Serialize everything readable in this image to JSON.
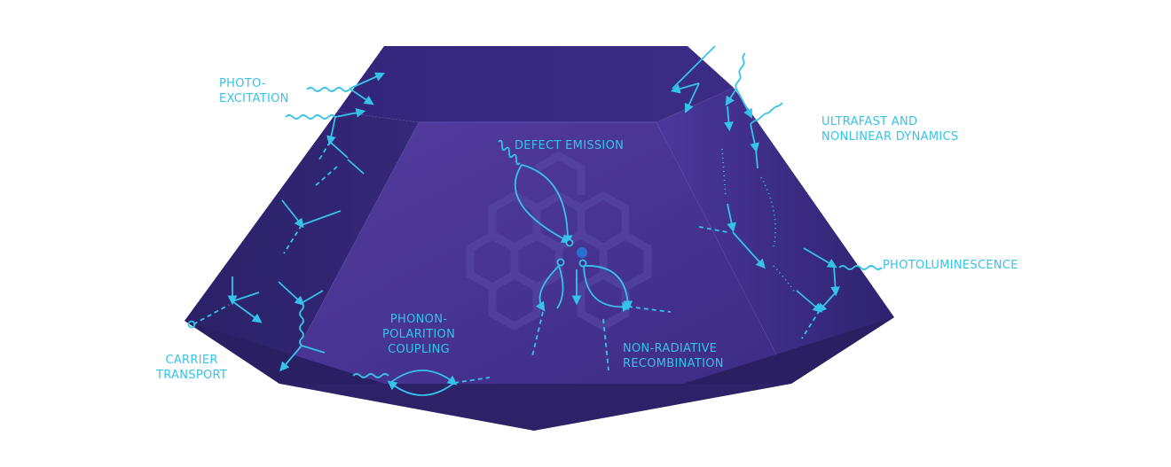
{
  "colors": {
    "accent": "#36c3e8",
    "face_top": "#35277a",
    "face_front": "#4a3596",
    "face_left": "#2f246e",
    "face_right": "#3c2c86",
    "face_bottom": "#2a1f63",
    "background": "#ffffff"
  },
  "labels": {
    "photo_excitation": [
      "PHOTO-",
      "EXCITATION"
    ],
    "defect_emission": "DEFECT EMISSION",
    "ultrafast": [
      "ULTRAFAST AND",
      "NONLINEAR DYNAMICS"
    ],
    "photoluminescence": "PHOTOLUMINESCENCE",
    "carrier_transport": [
      "CARRIER",
      "TRANSPORT"
    ],
    "phonon_polariton": [
      "PHONON-",
      "POLARITION",
      "COUPLING"
    ],
    "non_radiative": [
      "NON-RADIATIVE",
      "RECOMBINATION"
    ]
  }
}
